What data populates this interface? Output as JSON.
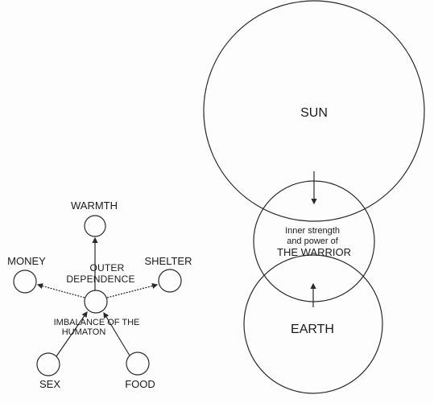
{
  "left_diagram": {
    "nodes": {
      "warmth": "WARMTH",
      "money": "MONEY",
      "shelter": "SHELTER",
      "sex": "SEX",
      "food": "FOOD"
    },
    "center_line1": "OUTER",
    "center_line2": "DEPENDENCE",
    "bottom_line1": "IMBALANCE OF THE",
    "bottom_line2": "HUMATON"
  },
  "right_diagram": {
    "sun": "SUN",
    "earth": "EARTH",
    "inner_line1": "Inner strength",
    "inner_line2": "and power of",
    "inner_line3": "THE WARRIOR"
  },
  "stroke_color": "#2a2a2a"
}
